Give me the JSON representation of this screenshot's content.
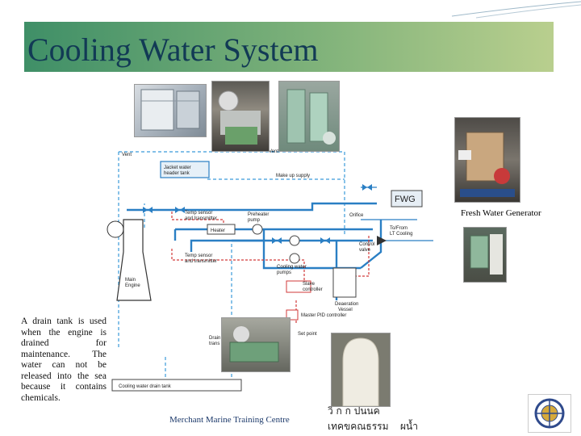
{
  "title": "Cooling Water System",
  "captions": {
    "fresh_water_generator": "Fresh Water Generator",
    "drain_note": "A drain tank is used when the engine is drained for maintenance. The water can not be released into the sea because it contains chemicals.",
    "footer": "Merchant Marine Training Centre",
    "thai_top": "วิ ก ก ปนนค",
    "thai_bottom_left": "เทคขคณธรรม",
    "thai_bottom_right": "ผน้ำ"
  },
  "diagram_labels": {
    "vent_left": "Vent",
    "vent_right": "Vent",
    "header_tank_line1": "Jacket water",
    "header_tank_line2": "header tank",
    "make_up_supply": "Make up supply",
    "fwg": "FWG",
    "temp_sensor_1_line1": "Temp sensor",
    "temp_sensor_1_line2": "and transmitter",
    "temp_sensor_2_line1": "Temp sensor",
    "temp_sensor_2_line2": "and transmitter",
    "heater": "Heater",
    "preheater_line1": "Preheater",
    "preheater_line2": "pump",
    "orifice": "Orifice",
    "lt_cooling_line1": "To/From",
    "lt_cooling_line2": "LT Cooling",
    "control_valve_line1": "Control",
    "control_valve_line2": "valve",
    "cw_pumps_line1": "Cooling water",
    "cw_pumps_line2": "pumps",
    "slave_line1": "Slave",
    "slave_line2": "controller",
    "deaeration_line1": "Deaeration",
    "deaeration_line2": "Vessel",
    "main_engine_line1": "Main",
    "main_engine_line2": "Engine",
    "master_pid": "Master PID controller",
    "set_point": "Set point",
    "drain_line1": "Drain",
    "drain_line2": "trans",
    "drain_tank": "Cooling water drain tank"
  },
  "colors": {
    "pipe": "#2a7fc4",
    "dashed": "#3a9ad9",
    "signal": "#d23a3a",
    "title_text": "#123a55"
  }
}
